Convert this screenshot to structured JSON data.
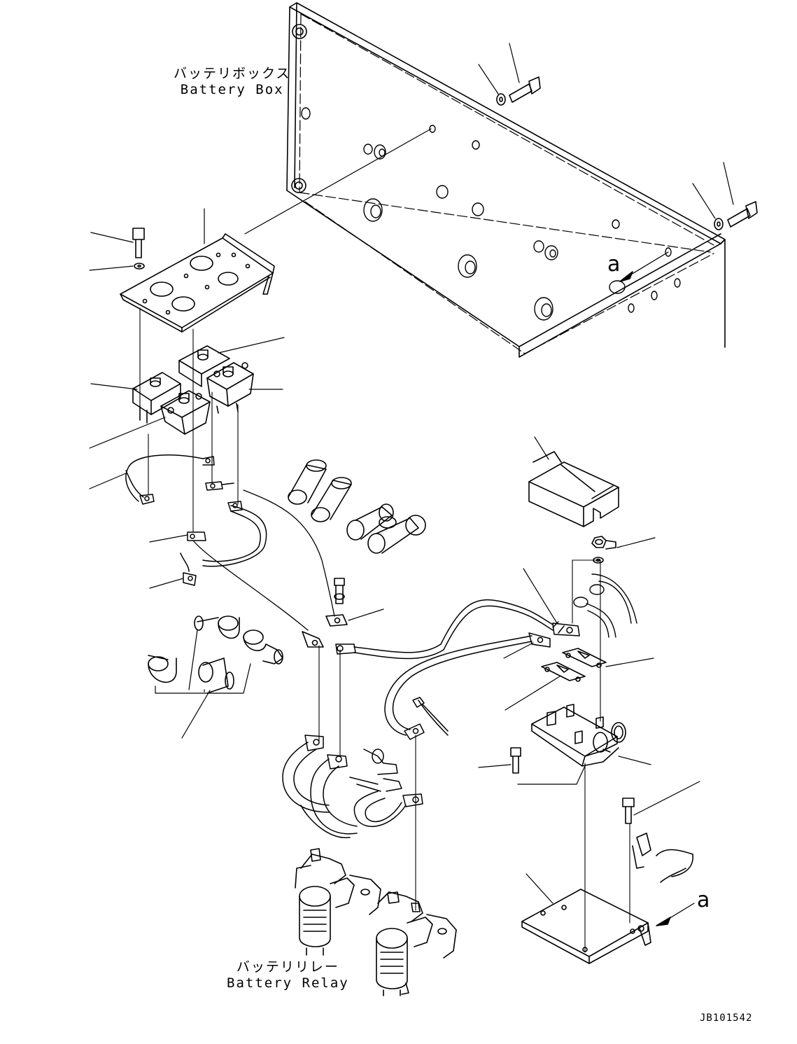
{
  "labels": {
    "battery_box_jp": "バッテリボックス",
    "battery_box_en": "Battery Box",
    "battery_relay_jp": "バッテリリレー",
    "battery_relay_en": "Battery Relay",
    "view_a_top": "a",
    "view_a_bottom": "a",
    "drawing_number": "JB101542"
  },
  "style": {
    "line_color": "#000000",
    "background": "#ffffff"
  }
}
